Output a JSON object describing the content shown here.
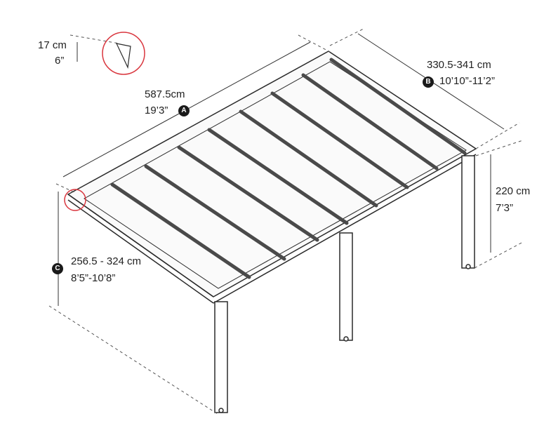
{
  "dimensions": {
    "length": {
      "badge": "A",
      "metric": "587.5cm",
      "imperial": "19’3”"
    },
    "depth": {
      "badge": "B",
      "metric": "330.5-341 cm",
      "imperial": "10’10”-11’2”"
    },
    "front_height": {
      "badge": "C",
      "metric": "256.5 - 324 cm",
      "imperial": "8’5”-10’8”"
    },
    "rear_height": {
      "metric": "220 cm",
      "imperial": "7’3”"
    },
    "slope_detail": {
      "metric": "17 cm",
      "imperial": "6”"
    }
  },
  "colors": {
    "line": "#2a2a2a",
    "panel": "#4a4a4a",
    "highlight_circle": "#d9363e",
    "dash": "#555555"
  }
}
